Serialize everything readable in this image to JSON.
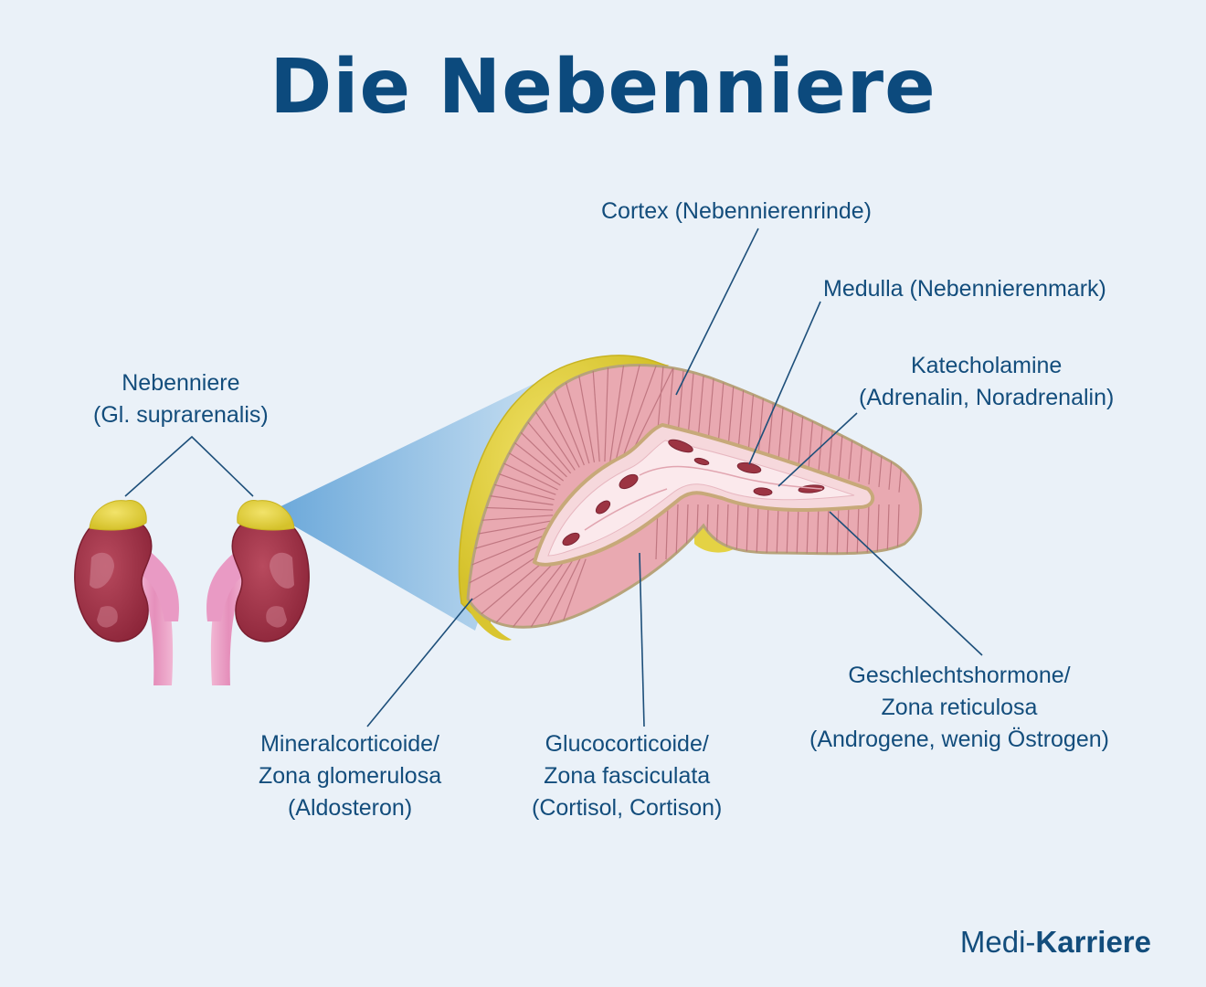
{
  "title": "Die Nebenniere",
  "labels": {
    "cortex": "Cortex (Nebennierenrinde)",
    "medulla": "Medulla (Nebennierenmark)",
    "katecholamine": [
      "Katecholamine",
      "(Adrenalin, Noradrenalin)"
    ],
    "nebenniere": [
      "Nebenniere",
      "(Gl. suprarenalis)"
    ],
    "geschlecht": [
      "Geschlechtshormone/",
      "Zona reticulosa",
      "(Androgene, wenig Östrogen)"
    ],
    "mineral": [
      "Mineralcorticoide/",
      "Zona glomerulosa",
      "(Aldosteron)"
    ],
    "gluco": [
      "Glucocorticoide/",
      "Zona fasciculata",
      "(Cortisol, Cortison)"
    ]
  },
  "brand": {
    "regular": "Medi-",
    "bold": "Karriere"
  }
}
